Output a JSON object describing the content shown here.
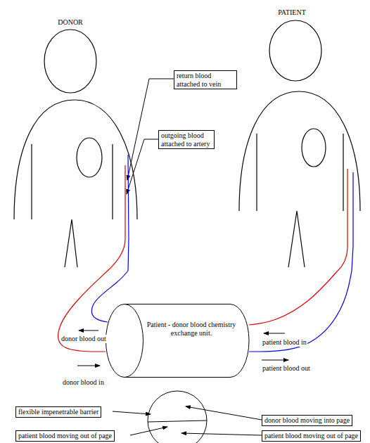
{
  "diagram": {
    "nodes": [
      {
        "text": [
          "DONOR"
        ]
      },
      {
        "text": [
          "PATIENT"
        ]
      },
      {
        "text": [
          "return blood attached to vein"
        ]
      },
      {
        "text": [
          "outgoing blood attached to artery"
        ]
      },
      {
        "text": [
          "Patient - donor blood chemistry exchange unit."
        ]
      },
      {
        "text": [
          "flexible impenetrable barrier"
        ]
      },
      {
        "text": [
          "donor blood moving into page"
        ]
      },
      {
        "text": [
          "patient blood moving out of page"
        ]
      },
      {
        "text": [
          "patient blood moving out of page"
        ]
      }
    ],
    "edges": [
      {
        "from": 0,
        "to": 4,
        "arrow": "none"
      },
      {
        "from": 4,
        "to": 0,
        "arrow": "none"
      },
      {
        "from": 1,
        "to": 4,
        "arrow": "none"
      },
      {
        "from": 4,
        "to": 1,
        "arrow": "none"
      }
    ],
    "labels": [
      "donor blood out",
      "donor blood in",
      "patient blood in",
      "patient blood out"
    ]
  }
}
